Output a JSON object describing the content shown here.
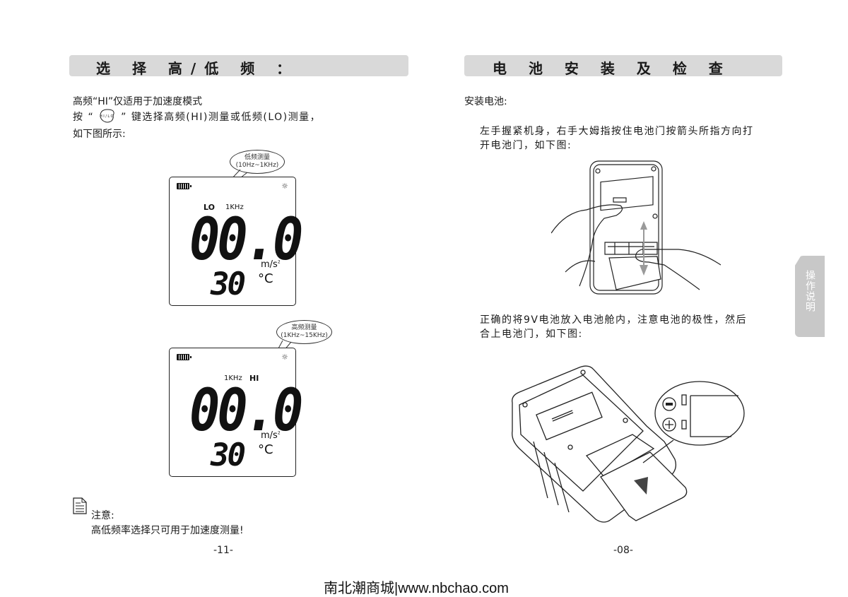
{
  "left_page": {
    "section_title": "选 择 高/低 频 ：",
    "intro_line1": "高频“HI”仅适用于加速度模式",
    "intro_line2_prefix": "按 “",
    "hilo_key_label": "HI/LO",
    "intro_line2_suffix": "” 键选择高频(HI)测量或低频(LO)测量，",
    "intro_line3": "如下图所示:",
    "lcd_low": {
      "bubble_line1": "低频测量",
      "bubble_line2": "(10Hz~1KHz)",
      "mode": "LO",
      "freq": "1KHz",
      "reading": "00.0",
      "unit": "m/s",
      "unit_exp": "2",
      "temperature": "30",
      "temp_unit": "°C",
      "battery_icon": "battery-full-icon",
      "light_icon": "backlight-bulb-icon"
    },
    "lcd_high": {
      "bubble_line1": "高频测量",
      "bubble_line2": "(1KHz~15KHz)",
      "mode": "HI",
      "freq": "1KHz",
      "reading": "00.0",
      "unit": "m/s",
      "unit_exp": "2",
      "temperature": "30",
      "temp_unit": "°C",
      "battery_icon": "battery-full-icon",
      "light_icon": "backlight-bulb-icon"
    },
    "note_icon": "document-note-icon",
    "note_label": "注意:",
    "note_text": "高低频率选择只可用于加速度测量!",
    "page_number": "-11-"
  },
  "right_page": {
    "section_title": "电 池 安 装 及 检 查",
    "subheading": "安装电池:",
    "step1_line1": "左手握紧机身，右手大姆指按住电池门按箭头所指方向打",
    "step1_line2": "开电池门，如下图:",
    "step2_line1": "正确的将9V电池放入电池舱内，注意电池的极性，然后",
    "step2_line2": "合上电池门，如下图:",
    "polarity_minus": "−",
    "polarity_plus": "+",
    "page_number": "-08-"
  },
  "side_tab": {
    "label": "操作说明",
    "color": "#c8c8c8"
  },
  "footer": {
    "site_text": "南北潮商城|www.nbchao.com"
  },
  "colors": {
    "section_bar": "#d9d9d9",
    "text": "#1a1a1a",
    "arrow_gray": "#9a9a9a"
  }
}
